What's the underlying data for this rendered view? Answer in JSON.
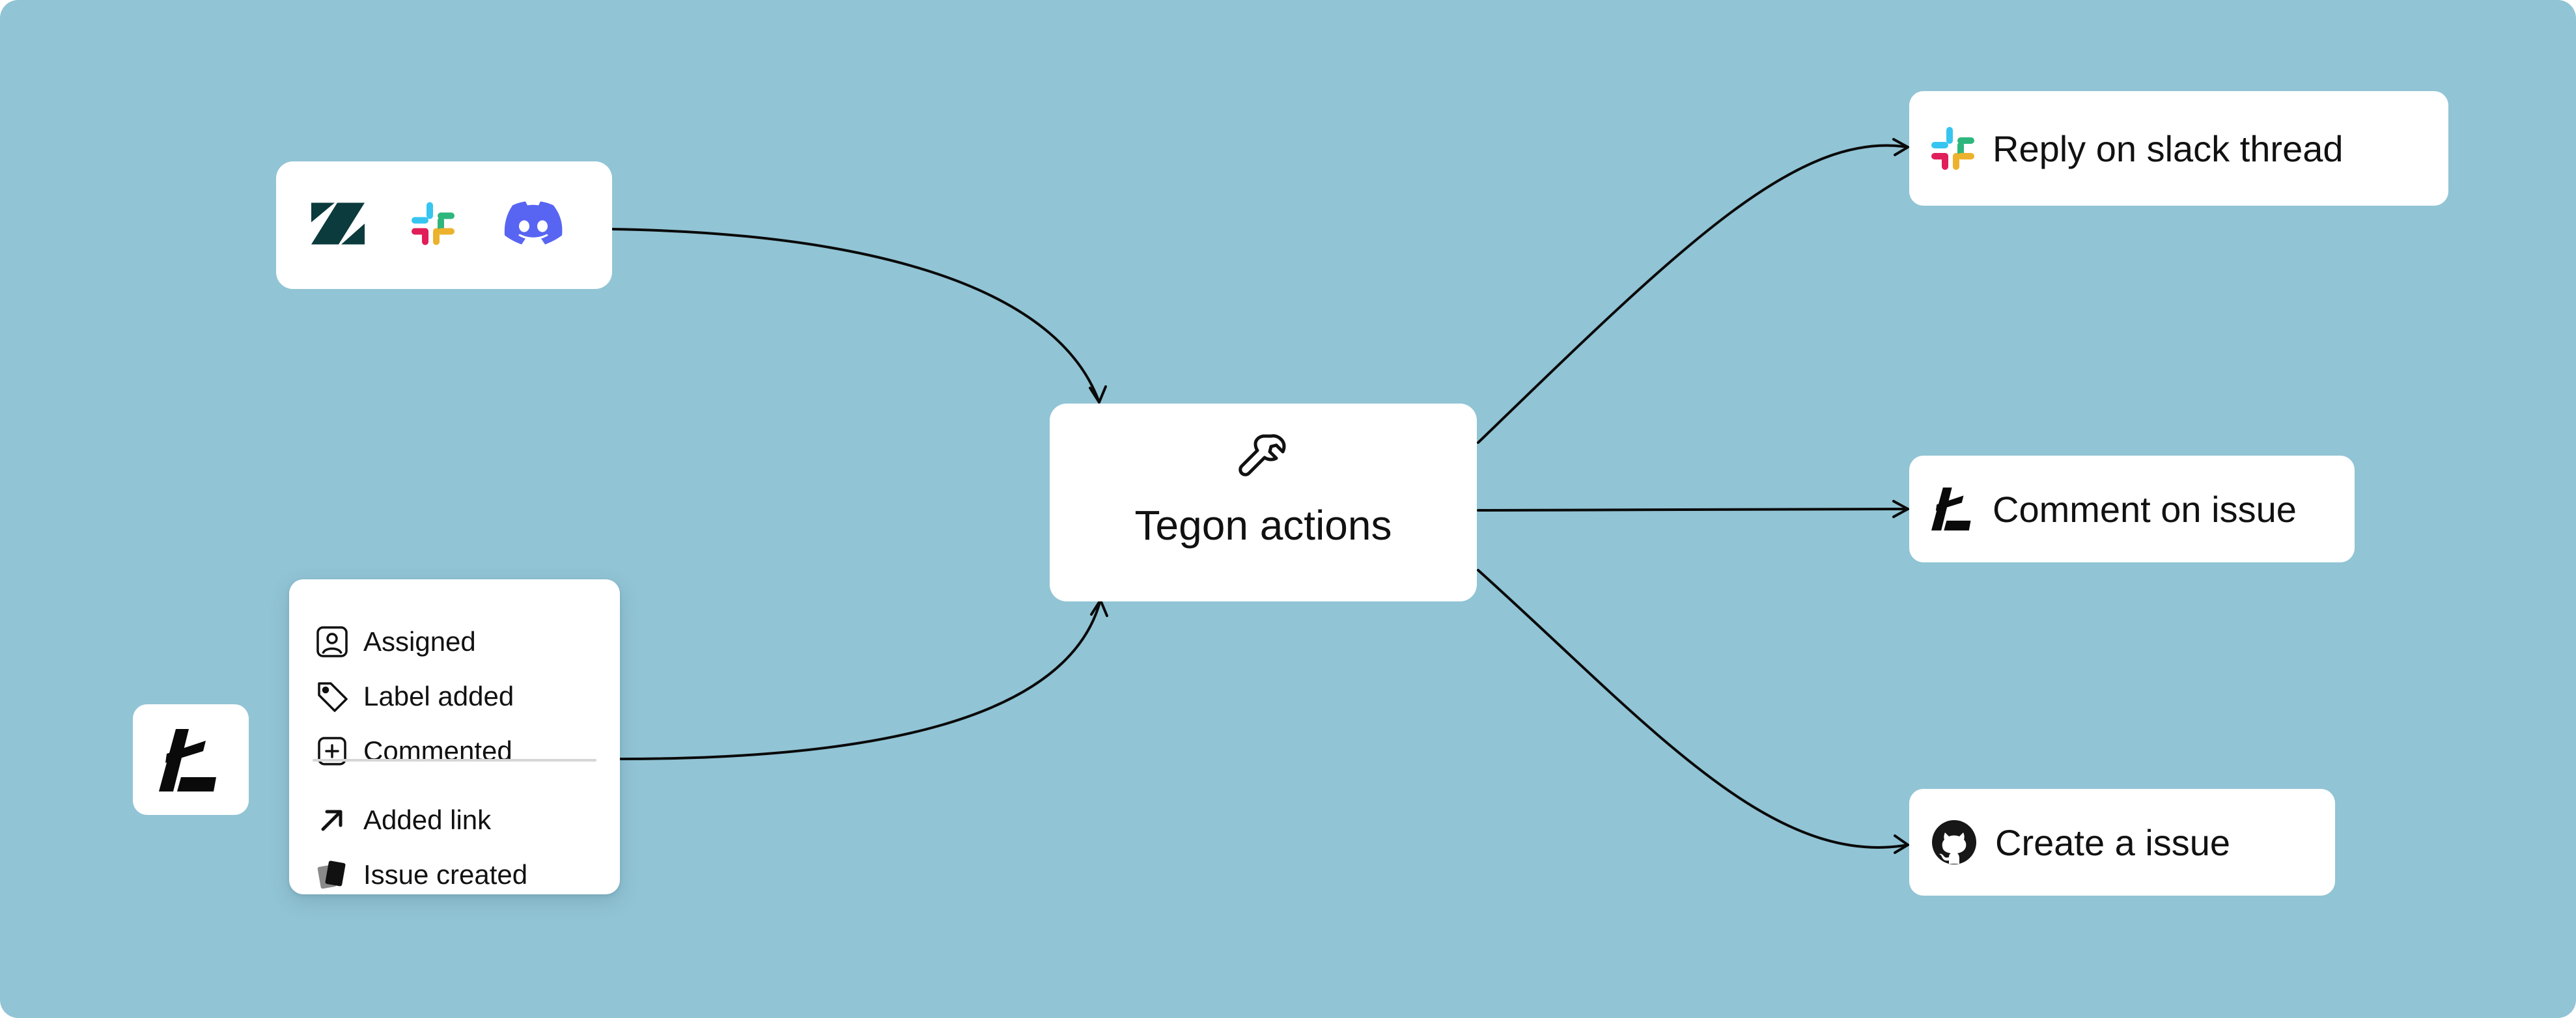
{
  "colors": {
    "background": "#91C4D5",
    "card": "#FFFFFF",
    "edge": "#0A0A0A",
    "zendesk": "#0B3B3C",
    "discord": "#5865F2",
    "slack_blue": "#36C5F0",
    "slack_green": "#2EB67D",
    "slack_yellow": "#ECB22E",
    "slack_red": "#E01E5A"
  },
  "sources": {
    "icons": [
      "zendesk-icon",
      "slack-icon",
      "discord-icon"
    ]
  },
  "tegon_tile": {
    "icon": "tegon-logo-icon"
  },
  "events": {
    "items": [
      {
        "label": "Assigned",
        "icon": "assigned-user-icon"
      },
      {
        "label": "Label added",
        "icon": "tag-icon"
      },
      {
        "label": "Commented",
        "icon": "plus-square-icon"
      },
      {
        "label": "Added link",
        "icon": "arrow-up-right-icon"
      },
      {
        "label": "Issue created",
        "icon": "issue-cards-icon"
      }
    ]
  },
  "center": {
    "title": "Tegon actions",
    "icon": "wrench-icon"
  },
  "actions": [
    {
      "label": "Reply on slack thread",
      "icon": "slack-icon"
    },
    {
      "label": "Comment on issue",
      "icon": "tegon-logo-icon"
    },
    {
      "label": "Create a issue",
      "icon": "github-icon"
    }
  ]
}
